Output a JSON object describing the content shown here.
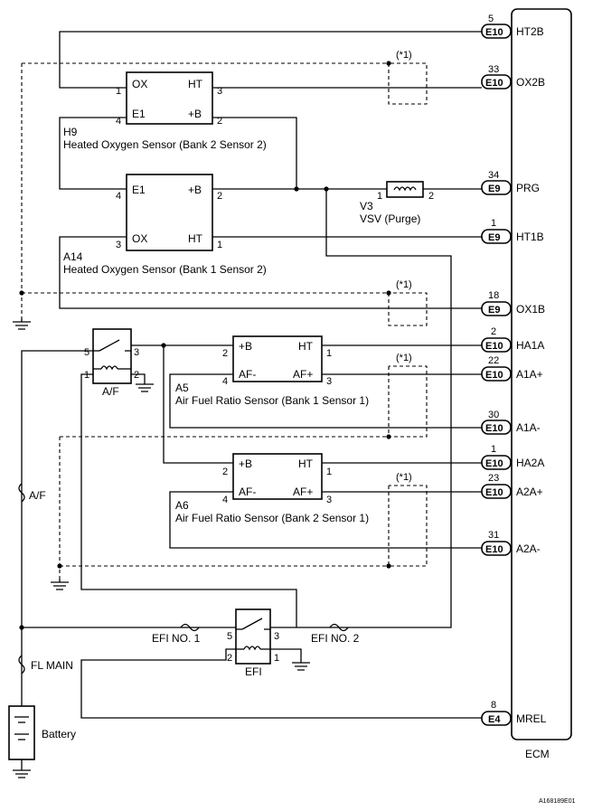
{
  "ecm": {
    "label": "ECM",
    "pins": [
      {
        "num": "5",
        "conn": "E10",
        "sig": "HT2B"
      },
      {
        "num": "33",
        "conn": "E10",
        "sig": "OX2B"
      },
      {
        "num": "34",
        "conn": "E9",
        "sig": "PRG"
      },
      {
        "num": "1",
        "conn": "E9",
        "sig": "HT1B"
      },
      {
        "num": "18",
        "conn": "E9",
        "sig": "OX1B"
      },
      {
        "num": "2",
        "conn": "E10",
        "sig": "HA1A"
      },
      {
        "num": "22",
        "conn": "E10",
        "sig": "A1A+"
      },
      {
        "num": "30",
        "conn": "E10",
        "sig": "A1A-"
      },
      {
        "num": "1",
        "conn": "E10",
        "sig": "HA2A"
      },
      {
        "num": "23",
        "conn": "E10",
        "sig": "A2A+"
      },
      {
        "num": "31",
        "conn": "E10",
        "sig": "A2A-"
      },
      {
        "num": "8",
        "conn": "E4",
        "sig": "MREL"
      }
    ]
  },
  "note_mark": "(*1)",
  "h9": {
    "code": "H9",
    "name": "Heated Oxygen Sensor (Bank 2 Sensor 2)",
    "t1": "OX",
    "t2": "HT",
    "t3": "E1",
    "t4": "+B",
    "p1": "1",
    "p2": "3",
    "p3": "4",
    "p4": "2"
  },
  "a14": {
    "code": "A14",
    "name": "Heated Oxygen Sensor (Bank 1 Sensor 2)",
    "t1": "E1",
    "t2": "+B",
    "t3": "OX",
    "t4": "HT",
    "p1": "4",
    "p2": "2",
    "p3": "3",
    "p4": "1"
  },
  "v3": {
    "code": "V3",
    "name": "VSV (Purge)",
    "p1": "1",
    "p2": "2"
  },
  "a5": {
    "code": "A5",
    "name": "Air Fuel Ratio Sensor (Bank 1 Sensor 1)",
    "t1": "+B",
    "t2": "HT",
    "t3": "AF-",
    "t4": "AF+",
    "p1": "2",
    "p2": "1",
    "p3": "4",
    "p4": "3"
  },
  "a6": {
    "code": "A6",
    "name": "Air Fuel Ratio Sensor (Bank 2 Sensor 1)",
    "t1": "+B",
    "t2": "HT",
    "t3": "AF-",
    "t4": "AF+",
    "p1": "2",
    "p2": "1",
    "p3": "4",
    "p4": "3"
  },
  "af_relay": {
    "label": "A/F",
    "p5": "5",
    "p3": "3",
    "p1": "1",
    "p2": "2"
  },
  "efi_relay": {
    "label": "EFI",
    "p5": "5",
    "p3": "3",
    "p2": "2",
    "p1": "1"
  },
  "fuses": {
    "af": "A/F",
    "efi1": "EFI NO. 1",
    "efi2": "EFI NO. 2",
    "fl": "FL MAIN"
  },
  "battery": "Battery",
  "figure_id": "A168189E01"
}
